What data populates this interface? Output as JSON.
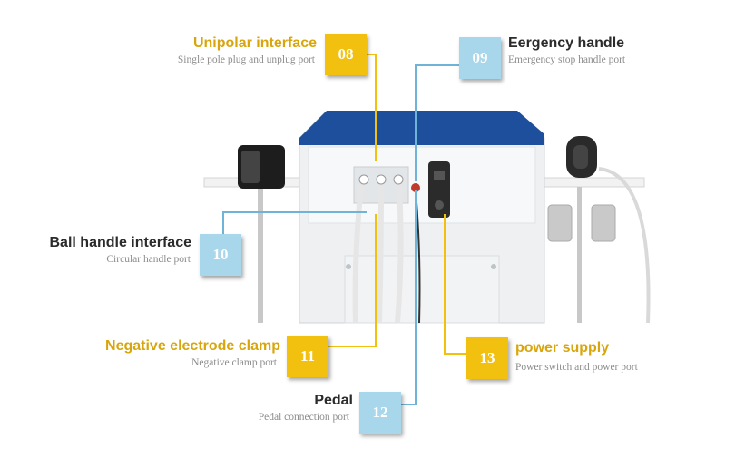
{
  "colors": {
    "yellow": "#f2c10f",
    "blue": "#a8d6ea",
    "machine_top": "#1d4f9c"
  },
  "callouts": [
    {
      "number": "08",
      "title": "Unipolar interface",
      "subtitle": "Single pole plug and unplug port",
      "color": "yellow"
    },
    {
      "number": "09",
      "title": "Eergency handle",
      "subtitle": "Emergency stop handle port",
      "color": "blue"
    },
    {
      "number": "10",
      "title": "Ball handle interface",
      "subtitle": "Circular handle port",
      "color": "blue"
    },
    {
      "number": "11",
      "title": "Negative electrode clamp",
      "subtitle": "Negative clamp port",
      "color": "yellow"
    },
    {
      "number": "12",
      "title": "Pedal",
      "subtitle": "Pedal connection port",
      "color": "blue"
    },
    {
      "number": "13",
      "title": "power supply",
      "subtitle": "Power switch and power port",
      "color": "yellow"
    }
  ]
}
